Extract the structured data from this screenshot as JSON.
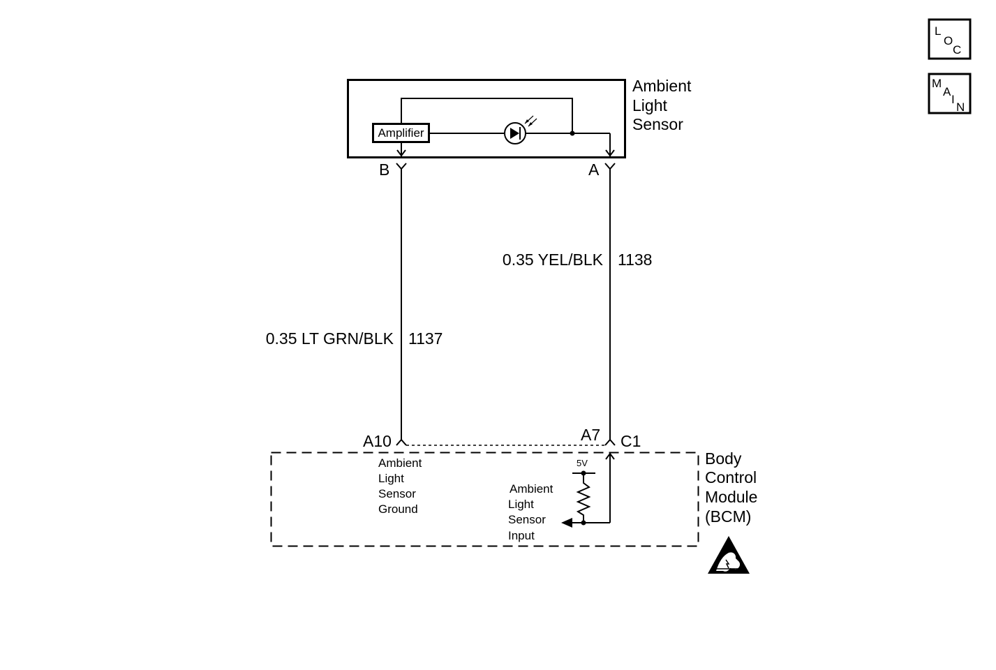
{
  "nav": {
    "loc": {
      "l1": "L",
      "l2": "O",
      "l3": "C"
    },
    "main": {
      "l1": "M",
      "l2": "A",
      "l3": "I",
      "l4": "N"
    }
  },
  "sensor": {
    "title_line1": "Ambient",
    "title_line2": "Light",
    "title_line3": "Sensor",
    "amplifier_label": "Amplifier",
    "pin_b": "B",
    "pin_a": "A"
  },
  "wires": {
    "left": {
      "label": "0.35 LT GRN/BLK",
      "circuit": "1137"
    },
    "right": {
      "label": "0.35 YEL/BLK",
      "circuit": "1138"
    }
  },
  "bcm": {
    "title_line1": "Body",
    "title_line2": "Control",
    "title_line3": "Module",
    "title_line4": "(BCM)",
    "pin_a10": "A10",
    "pin_a7": "A7",
    "connector_c1": "C1",
    "ground_line1": "Ambient",
    "ground_line2": "Light",
    "ground_line3": "Sensor",
    "ground_line4": "Ground",
    "voltage": "5V",
    "input_line1": "Ambient",
    "input_line2": "Light",
    "input_line3": "Sensor",
    "input_line4": "Input"
  },
  "esd_icon": "esd-warning-icon"
}
